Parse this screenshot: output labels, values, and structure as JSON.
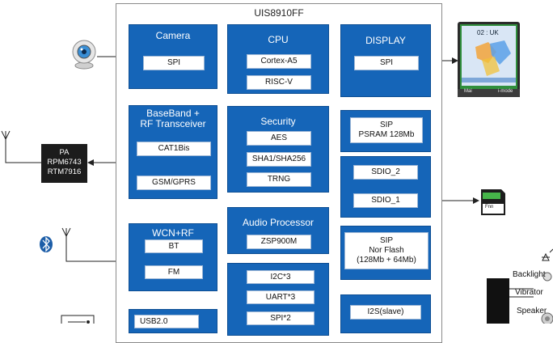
{
  "diagram": {
    "title": "UIS8910FF",
    "camera": {
      "title": "Camera",
      "items": [
        "SPI"
      ]
    },
    "cpu": {
      "title": "CPU",
      "items": [
        "Cortex-A5",
        "RISC-V"
      ]
    },
    "display": {
      "title": "DISPLAY",
      "items": [
        "SPI"
      ]
    },
    "baseband": {
      "title_line1": "BaseBand +",
      "title_line2": "RF Transceiver",
      "items": [
        "CAT1Bis",
        "GSM/GPRS"
      ]
    },
    "security": {
      "title": "Security",
      "items": [
        "AES",
        "SHA1/SHA256",
        "TRNG"
      ]
    },
    "sip_psram": {
      "line1": "SIP",
      "line2": "PSRAM 128Mb"
    },
    "sdio": {
      "items": [
        "SDIO_2",
        "SDIO_1"
      ]
    },
    "wcn": {
      "title": "WCN+RF",
      "items": [
        "BT",
        "FM"
      ]
    },
    "audio": {
      "title": "Audio Processor",
      "items": [
        "ZSP900M"
      ]
    },
    "sip_flash": {
      "line1": "SIP",
      "line2": "Nor Flash",
      "line3": "(128Mb + 64Mb)"
    },
    "io": {
      "items": [
        "I2C*3",
        "UART*3",
        "SPI*2"
      ]
    },
    "usb": {
      "label": "USB2.0"
    },
    "i2s": {
      "label": "I2S(slave)"
    },
    "pa": {
      "line1": "PA",
      "line2": "RPM6743",
      "line3": "RTM7916"
    },
    "phone": {
      "time": "02 : UK",
      "softkey_left": "Mai",
      "softkey_right": "i-mode"
    },
    "sdcard": {
      "label": "Fnn"
    },
    "peripherals": [
      "Backlight",
      "Vibrator",
      "Speaker"
    ]
  }
}
